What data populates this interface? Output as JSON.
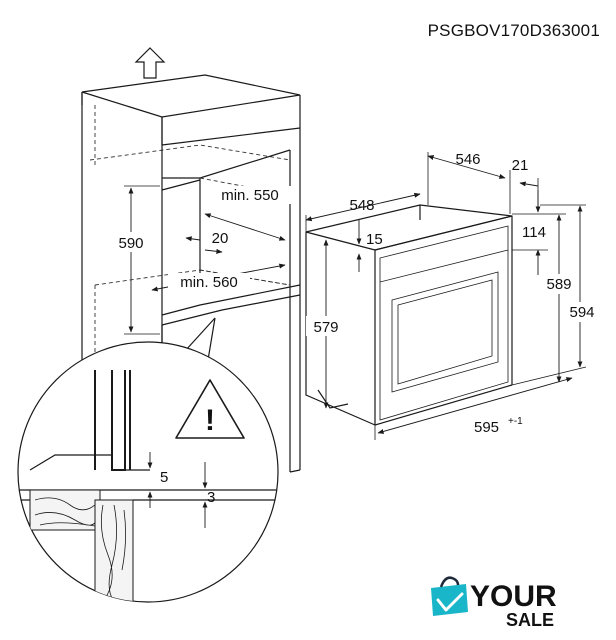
{
  "model_code": "PSGBOV170D363001",
  "cabinet": {
    "min_width_label": "min. 550",
    "height_label": "590",
    "gap_label": "20",
    "min_depth_label": "min. 560"
  },
  "oven": {
    "panel_depth_label": "546",
    "panel_offset_label": "21",
    "body_depth_label": "548",
    "top_offset_label": "15",
    "control_height_label": "114",
    "body_height_label": "589",
    "total_height_label": "594",
    "side_height_label": "579",
    "width_label": "595",
    "width_tolerance": "+-1"
  },
  "detail": {
    "gap_top_label": "5",
    "gap_bottom_label": "3",
    "warning_symbol": "!"
  },
  "logo": {
    "text_main": "YOUR",
    "text_sub": "SALE",
    "icon": "shopping-bag-icon",
    "colors": {
      "dark": "#1e2a3a",
      "accent": "#19b5c8"
    }
  }
}
